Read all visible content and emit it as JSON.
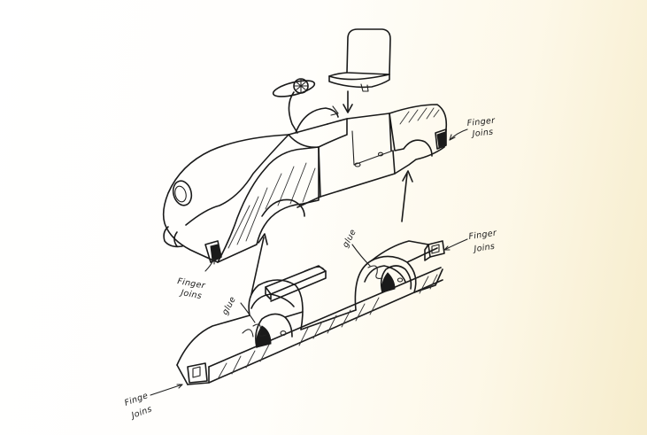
{
  "labels": {
    "finger_joins_top_right_line1": "Finger",
    "finger_joins_top_right_line2": "Joins",
    "finger_joins_left_line1": "Finger",
    "finger_joins_left_line2": "Joins",
    "finger_joins_right_line1": "Finger",
    "finger_joins_right_line2": "Joins",
    "finger_joins_bottom_line1": "Finge",
    "finger_joins_bottom_line2": "Joins",
    "glue_left": "glue",
    "glue_right": "glue"
  },
  "colors": {
    "ink": "#1a1a1a",
    "paper_warm": "#f6eccb"
  }
}
